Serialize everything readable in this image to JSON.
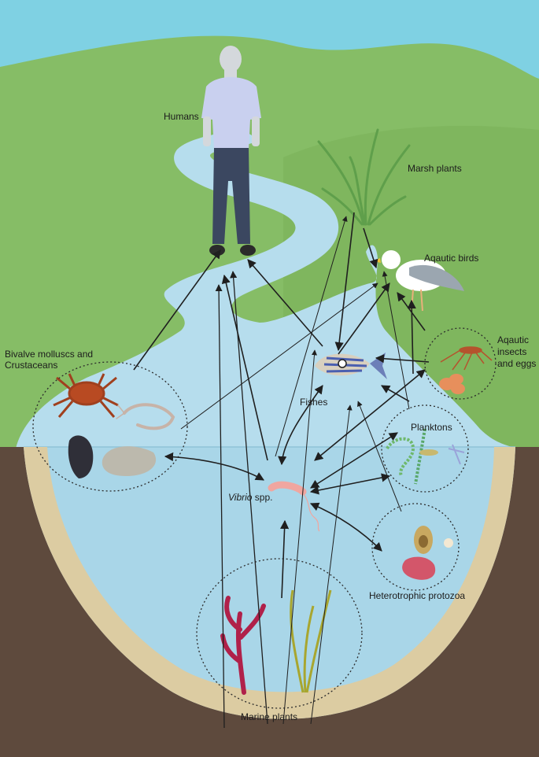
{
  "labels": {
    "humans": "Humans",
    "marsh_plants": "Marsh plants",
    "aquatic_birds": "Aqautic birds",
    "bivalve_line1": "Bivalve  molluscs and",
    "bivalve_line2": "Crustaceans",
    "aquatic_insects_line1": "Aqautic",
    "aquatic_insects_line2": "insects",
    "aquatic_insects_line3": "and eggs",
    "fishes": "Fishes",
    "planktons": "Planktons",
    "vibrio_italic": "Vibrio",
    "vibrio_rest": " spp.",
    "heterotrophic_protozoa": "Heterotrophic protozoa",
    "marine_plants": "Marine plants"
  },
  "colors": {
    "sky": "#7fd1e3",
    "grass": "#86bd66",
    "grass_dark": "#79b05a",
    "water": "#b6dded",
    "shore_sand": "#dccca2",
    "soil": "#5e4a3d",
    "arrow": "#1f1f1f"
  },
  "icons": [
    "human-figure-icon",
    "marsh-plant-icon",
    "seagull-icon",
    "mosquito-icon",
    "insect-eggs-icon",
    "fish-icon",
    "crab-icon",
    "shrimp-icon",
    "mussel-icon",
    "oyster-icon",
    "plankton-icon",
    "vibrio-bacterium-icon",
    "amoeba-icon",
    "red-seaweed-icon",
    "kelp-icon"
  ]
}
